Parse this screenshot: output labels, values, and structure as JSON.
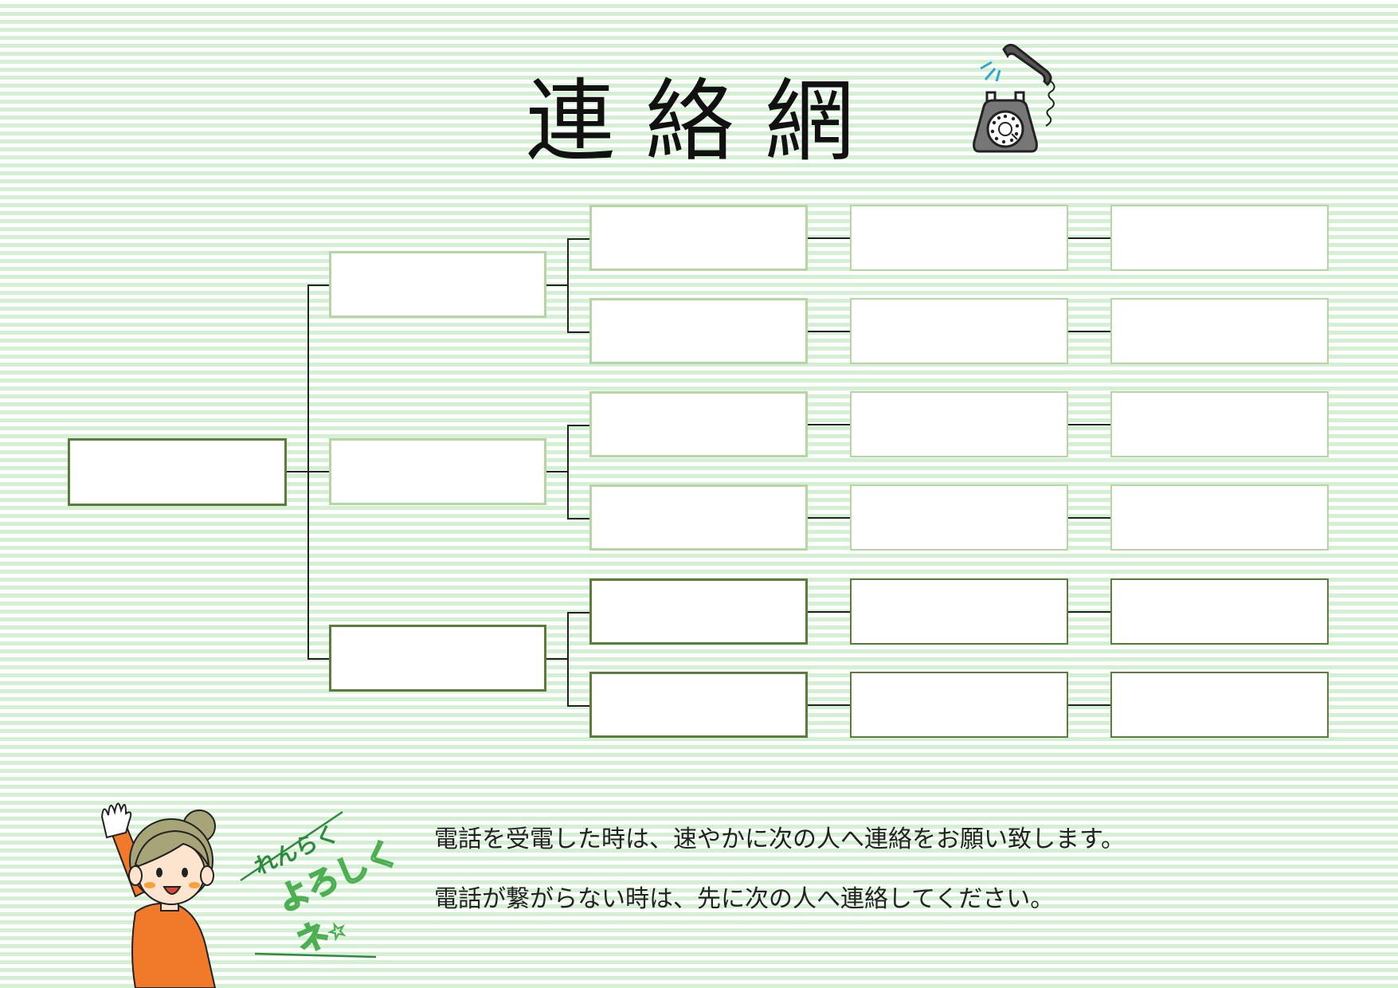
{
  "title": "連絡網",
  "messages": {
    "line1": "電話を受電した時は、速やかに次の人へ連絡をお願い致します。",
    "line2": "電話が繋がらない時は、先に次の人へ連絡してください。"
  },
  "tagline": {
    "line1": "れんらく",
    "line2": "よろしくネ",
    "star": "☆"
  },
  "colors": {
    "root_border": "#5b7c3a",
    "level_light": "#b5d6a3",
    "level_dark": "#5b7c3a",
    "stripe": "#d3f0d3",
    "connector": "#222222"
  },
  "icons": {
    "telephone": "rotary-telephone-icon",
    "character": "waving-woman-illustration"
  }
}
